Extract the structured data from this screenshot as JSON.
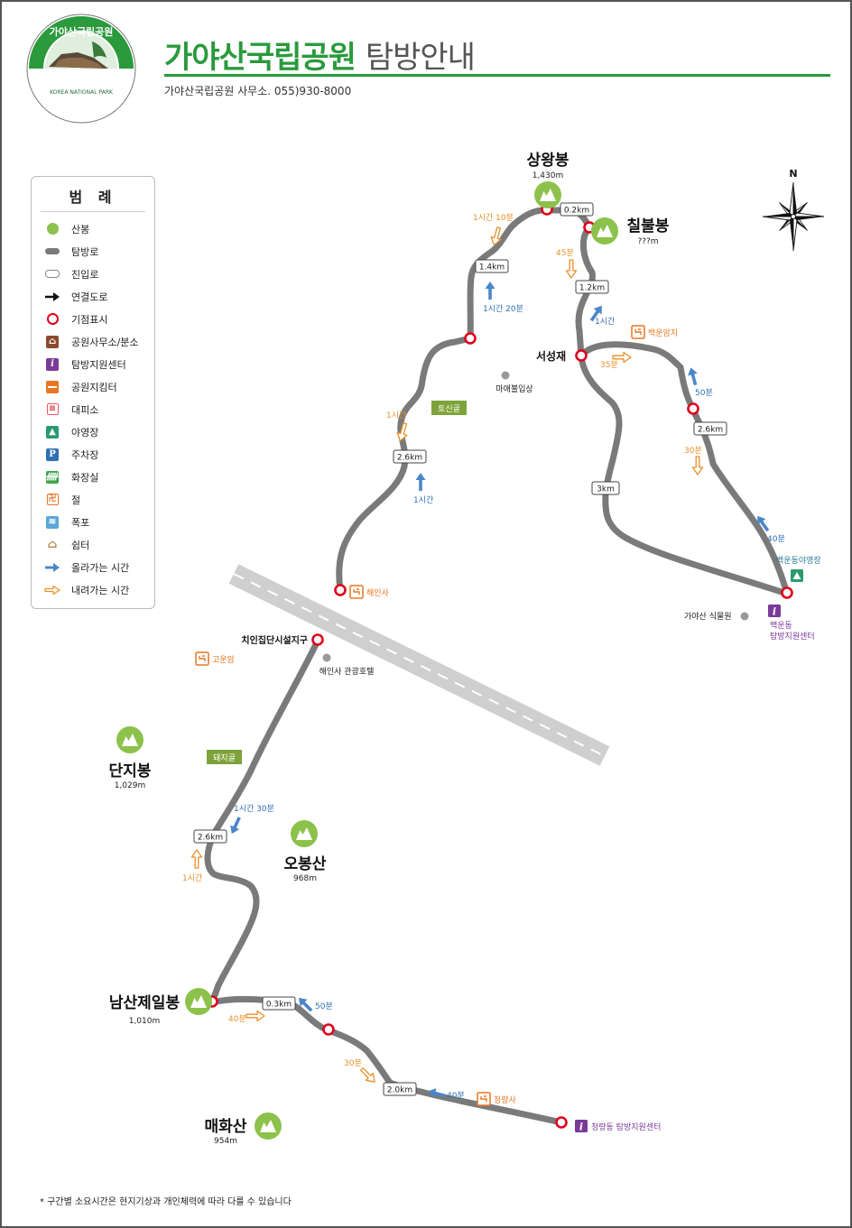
{
  "header": {
    "logo_text_top": "가야산국립공원",
    "logo_text_bottom": "KOREA  NATIONAL PARK",
    "title_main": "가야산국립공원",
    "title_sub": "탐방안내",
    "office": "가야산국립공원 사무소. 055)930-8000"
  },
  "legend": {
    "title": "범 례",
    "items": [
      {
        "icon": "peak-icon",
        "label": "산봉"
      },
      {
        "icon": "trail-icon",
        "label": "탐방로"
      },
      {
        "icon": "access-road-icon",
        "label": "진입로"
      },
      {
        "icon": "connecting-road-arrow-icon",
        "label": "연결도로"
      },
      {
        "icon": "start-point-icon",
        "label": "기점표시"
      },
      {
        "icon": "park-office-icon",
        "label": "공원사무소/분소"
      },
      {
        "icon": "visitor-center-icon",
        "label": "탐방지원센터"
      },
      {
        "icon": "ranger-post-icon",
        "label": "공원지킴터"
      },
      {
        "icon": "shelter-icon",
        "label": "대피소"
      },
      {
        "icon": "campground-icon",
        "label": "야영장"
      },
      {
        "icon": "parking-icon",
        "label": "주차장"
      },
      {
        "icon": "restroom-icon",
        "label": "화장실"
      },
      {
        "icon": "temple-icon",
        "label": "절"
      },
      {
        "icon": "waterfall-icon",
        "label": "폭포"
      },
      {
        "icon": "rest-area-icon",
        "label": "쉼터"
      },
      {
        "icon": "uphill-arrow-icon",
        "label": "올라가는 시간"
      },
      {
        "icon": "downhill-arrow-icon",
        "label": "내려가는 시간"
      }
    ]
  },
  "compass": {
    "north": "N"
  },
  "peaks": [
    {
      "id": "sangwang",
      "name": "상왕봉",
      "elev": "1,430m"
    },
    {
      "id": "chilbul",
      "name": "칠불봉",
      "elev": "???m"
    },
    {
      "id": "danji",
      "name": "단지봉",
      "elev": "1,029m"
    },
    {
      "id": "obong",
      "name": "오봉산",
      "elev": "968m"
    },
    {
      "id": "namsan",
      "name": "남산제일봉",
      "elev": "1,010m"
    },
    {
      "id": "maehwa",
      "name": "매화산",
      "elev": "954m"
    }
  ],
  "places": {
    "seoseongjae": "서성재",
    "baegun_amji": "백운암지",
    "maae": "마애불입상",
    "tosingol": "토신골",
    "haeinsa": "해인사",
    "baegun_camp": "백운동야영장",
    "botanical": "가야산 식물원",
    "baegun_center_1": "백운동",
    "baegun_center_2": "탐방지원센터",
    "chiin": "치인집단시설지구",
    "goun_am": "고운암",
    "hotel": "해인사 관광호텔",
    "dwaejigol": "돼지골",
    "cheongnyangsa": "청량사",
    "cheongnyang_center": "청량동 탐방지원센터"
  },
  "distances": {
    "d_02": "0.2km",
    "d_14": "1.4km",
    "d_12": "1.2km",
    "d_26a": "2.6km",
    "d_26b": "2.6km",
    "d_3": "3km",
    "d_26c": "2.6km",
    "d_03": "0.3km",
    "d_20": "2.0km"
  },
  "times": {
    "t_1h10": "1시간 10분",
    "t_1h20": "1시간 20분",
    "t_45": "45분",
    "t_1h_a": "1시간",
    "t_35": "35분",
    "t_50a": "50분",
    "t_30a": "30분",
    "t_40a": "40분",
    "t_1h_b": "1시간",
    "t_1h_c": "1시간",
    "t_1h30": "1시간 30분",
    "t_1h_d": "1시간",
    "t_40b": "40분",
    "t_50b": "50분",
    "t_30b": "30분",
    "t_40c": "40분"
  },
  "colors": {
    "brand_green": "#2a9a3c",
    "peak_green": "#8cc24b",
    "trail_gray": "#7a7a7a",
    "start_red": "#e0001a",
    "up_blue": "#4a86c8",
    "down_orange": "#e8902a",
    "tag_olive": "#7ea33a",
    "info_purple": "#7a3b98"
  },
  "footnote": "* 구간별 소요시간은 현지기상과 개인체력에 따라 다를 수 있습니다"
}
